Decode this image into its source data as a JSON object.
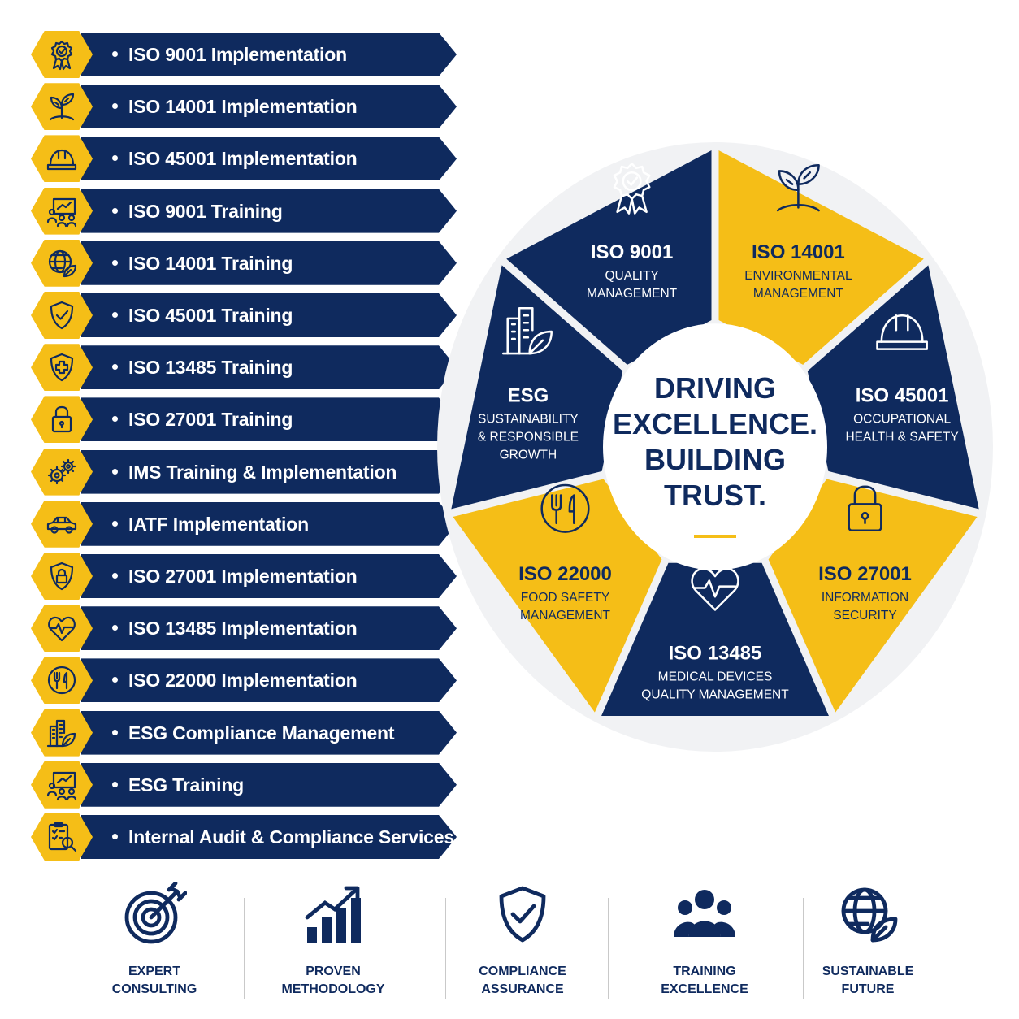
{
  "services": [
    {
      "label": "ISO 9001 Implementation",
      "icon": "award-ribbon-icon"
    },
    {
      "label": "ISO 14001 Implementation",
      "icon": "plant-sprout-icon"
    },
    {
      "label": "ISO 45001 Implementation",
      "icon": "hard-hat-icon"
    },
    {
      "label": "ISO 9001 Training",
      "icon": "training-board-icon"
    },
    {
      "label": "ISO 14001 Training",
      "icon": "globe-leaf-icon"
    },
    {
      "label": "ISO 45001 Training",
      "icon": "shield-check-icon"
    },
    {
      "label": "ISO 13485 Training",
      "icon": "medical-shield-icon"
    },
    {
      "label": "ISO 27001 Training",
      "icon": "padlock-icon"
    },
    {
      "label": "IMS Training & Implementation",
      "icon": "gears-icon"
    },
    {
      "label": "IATF Implementation",
      "icon": "car-icon"
    },
    {
      "label": "ISO 27001 Implementation",
      "icon": "shield-lock-icon"
    },
    {
      "label": "ISO 13485 Implementation",
      "icon": "heart-pulse-icon"
    },
    {
      "label": "ISO 22000 Implementation",
      "icon": "fork-knife-icon"
    },
    {
      "label": "ESG Compliance Management",
      "icon": "building-leaf-icon"
    },
    {
      "label": "ESG Training",
      "icon": "training-board-icon"
    },
    {
      "label": "Internal Audit & Compliance Services",
      "icon": "audit-checklist-icon"
    }
  ],
  "wheel": {
    "center_lines": [
      "DRIVING",
      "EXCELLENCE.",
      "BUILDING",
      "TRUST."
    ],
    "segments": [
      {
        "title": "ISO 9001",
        "lines": [
          "QUALITY",
          "MANAGEMENT"
        ],
        "color": "navy",
        "icon": "award-ribbon-icon"
      },
      {
        "title": "ISO 14001",
        "lines": [
          "ENVIRONMENTAL",
          "MANAGEMENT"
        ],
        "color": "yellow",
        "icon": "plant-sprout-icon"
      },
      {
        "title": "ISO 45001",
        "lines": [
          "OCCUPATIONAL",
          "HEALTH & SAFETY"
        ],
        "color": "navy",
        "icon": "hard-hat-icon"
      },
      {
        "title": "ISO 27001",
        "lines": [
          "INFORMATION",
          "SECURITY"
        ],
        "color": "yellow",
        "icon": "padlock-icon"
      },
      {
        "title": "ISO 13485",
        "lines": [
          "MEDICAL DEVICES",
          "QUALITY MANAGEMENT"
        ],
        "color": "navy",
        "icon": "heart-pulse-icon"
      },
      {
        "title": "ISO 22000",
        "lines": [
          "FOOD SAFETY",
          "MANAGEMENT"
        ],
        "color": "yellow",
        "icon": "fork-knife-icon"
      },
      {
        "title": "ESG",
        "lines": [
          "SUSTAINABILITY",
          "& RESPONSIBLE",
          "GROWTH"
        ],
        "color": "navy",
        "icon": "building-leaf-icon"
      }
    ]
  },
  "features": [
    {
      "lines": [
        "EXPERT",
        "CONSULTING"
      ],
      "icon": "target-arrow-icon"
    },
    {
      "lines": [
        "PROVEN",
        "METHODOLOGY"
      ],
      "icon": "growth-chart-icon"
    },
    {
      "lines": [
        "COMPLIANCE",
        "ASSURANCE"
      ],
      "icon": "shield-check-icon"
    },
    {
      "lines": [
        "TRAINING",
        "EXCELLENCE"
      ],
      "icon": "team-icon"
    },
    {
      "lines": [
        "SUSTAINABLE",
        "FUTURE"
      ],
      "icon": "globe-leaf-icon"
    }
  ],
  "colors": {
    "navy": "#0f2a5e",
    "yellow": "#f5be17",
    "white": "#ffffff"
  }
}
